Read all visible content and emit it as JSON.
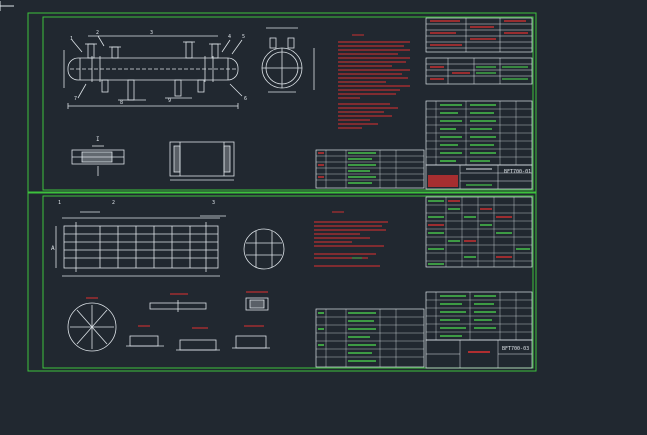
{
  "colors": {
    "background": "#212830",
    "frame": "#3dc23d",
    "lines": "#dde3e8",
    "notes": "#e03030",
    "table_green": "#47c04a"
  },
  "sheet1": {
    "detail_label": "I",
    "drawing_number": "BFT700-01"
  },
  "sheet2": {
    "drawing_number": "BFT700-03"
  },
  "tiny_markers": {
    "a": "A",
    "b": "1",
    "c": "2",
    "d": "3"
  }
}
